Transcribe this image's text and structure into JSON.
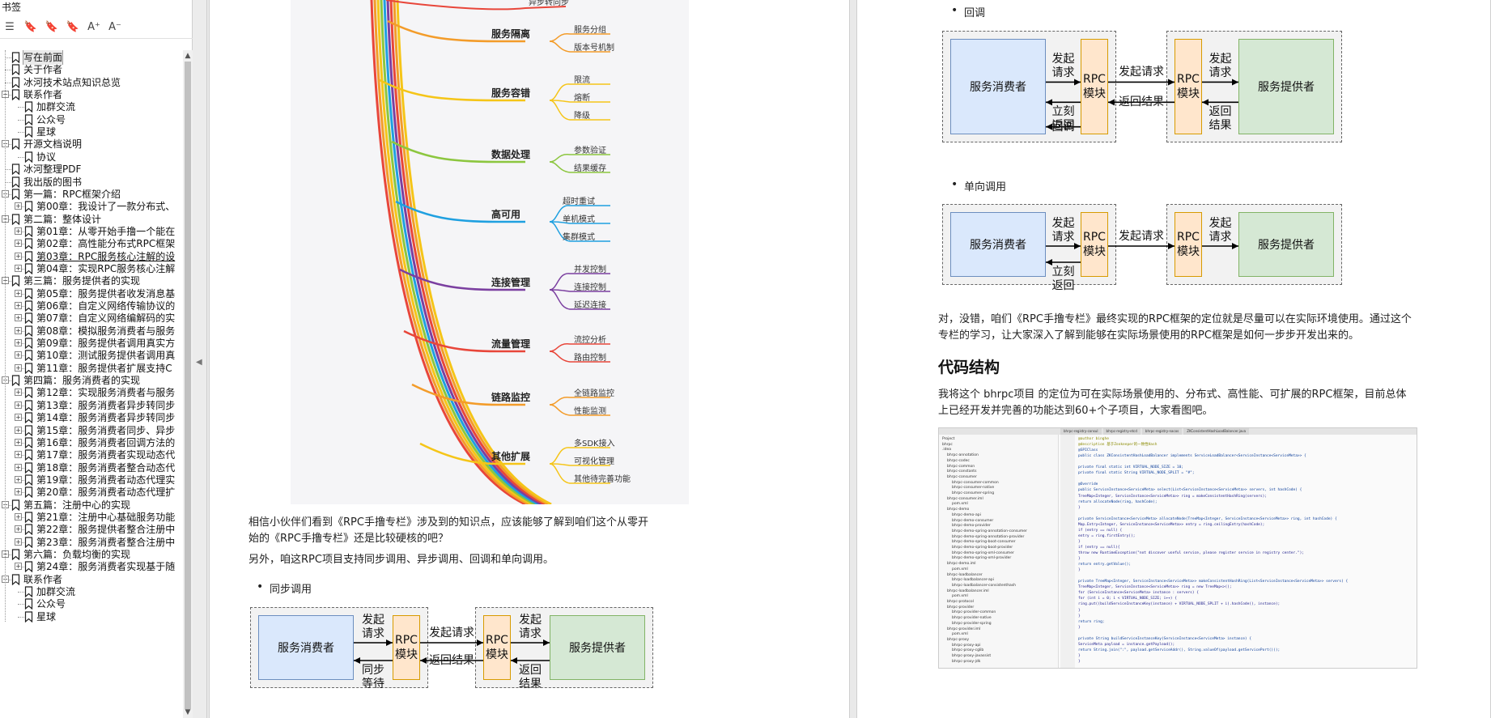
{
  "sidebar": {
    "title": "书签",
    "toolbar": [
      "tree-options-icon",
      "bookmark-add-icon",
      "bookmark-prev-icon",
      "bookmark-next-icon",
      "font-increase-icon",
      "font-decrease-icon"
    ],
    "toolbar_glyphs": [
      "☰",
      "🔖",
      "🔖",
      "🔖",
      "A⁺",
      "A⁻"
    ],
    "items": [
      {
        "label": "写在前面",
        "level": 1,
        "expander": "",
        "selected": true
      },
      {
        "label": "关于作者",
        "level": 1,
        "expander": ""
      },
      {
        "label": "冰河技术站点知识总览",
        "level": 1,
        "expander": ""
      },
      {
        "label": "联系作者",
        "level": 1,
        "expander": "−"
      },
      {
        "label": "加群交流",
        "level": 2,
        "expander": ""
      },
      {
        "label": "公众号",
        "level": 2,
        "expander": ""
      },
      {
        "label": "星球",
        "level": 2,
        "expander": ""
      },
      {
        "label": "开源文档说明",
        "level": 1,
        "expander": "−"
      },
      {
        "label": "协议",
        "level": 2,
        "expander": ""
      },
      {
        "label": "冰河整理PDF",
        "level": 1,
        "expander": ""
      },
      {
        "label": "我出版的图书",
        "level": 1,
        "expander": ""
      },
      {
        "label": "第一篇：RPC框架介绍",
        "level": 1,
        "expander": "−"
      },
      {
        "label": "第00章：我设计了一款分布式、",
        "level": 2,
        "expander": "+"
      },
      {
        "label": "第二篇：整体设计",
        "level": 1,
        "expander": "−"
      },
      {
        "label": "第01章：从零开始手撸一个能在",
        "level": 2,
        "expander": "+"
      },
      {
        "label": "第02章：高性能分布式RPC框架",
        "level": 2,
        "expander": "+"
      },
      {
        "label": "第03章：RPC服务核心注解的设",
        "level": 2,
        "expander": "+",
        "underline": true
      },
      {
        "label": "第04章：实现RPC服务核心注解",
        "level": 2,
        "expander": "+"
      },
      {
        "label": "第三篇：服务提供者的实现",
        "level": 1,
        "expander": "−"
      },
      {
        "label": "第05章：服务提供者收发消息基",
        "level": 2,
        "expander": "+"
      },
      {
        "label": "第06章：自定义网络传输协议的",
        "level": 2,
        "expander": "+"
      },
      {
        "label": "第07章：自定义网络编解码的实",
        "level": 2,
        "expander": "+"
      },
      {
        "label": "第08章：模拟服务消费者与服务",
        "level": 2,
        "expander": "+"
      },
      {
        "label": "第09章：服务提供者调用真实方",
        "level": 2,
        "expander": "+"
      },
      {
        "label": "第10章：测试服务提供者调用真",
        "level": 2,
        "expander": "+"
      },
      {
        "label": "第11章：服务提供者扩展支持C",
        "level": 2,
        "expander": "+"
      },
      {
        "label": "第四篇：服务消费者的实现",
        "level": 1,
        "expander": "−"
      },
      {
        "label": "第12章：实现服务消费者与服务",
        "level": 2,
        "expander": "+"
      },
      {
        "label": "第13章：服务消费者异步转同步",
        "level": 2,
        "expander": "+"
      },
      {
        "label": "第14章：服务消费者异步转同步",
        "level": 2,
        "expander": "+"
      },
      {
        "label": "第15章：服务消费者同步、异步",
        "level": 2,
        "expander": "+"
      },
      {
        "label": "第16章：服务消费者回调方法的",
        "level": 2,
        "expander": "+"
      },
      {
        "label": "第17章：服务消费者实现动态代",
        "level": 2,
        "expander": "+"
      },
      {
        "label": "第18章：服务消费者整合动态代",
        "level": 2,
        "expander": "+"
      },
      {
        "label": "第19章：服务消费者动态代理实",
        "level": 2,
        "expander": "+"
      },
      {
        "label": "第20章：服务消费者动态代理扩",
        "level": 2,
        "expander": "+"
      },
      {
        "label": "第五篇：注册中心的实现",
        "level": 1,
        "expander": "−"
      },
      {
        "label": "第21章：注册中心基础服务功能",
        "level": 2,
        "expander": "+"
      },
      {
        "label": "第22章：服务提供者整合注册中",
        "level": 2,
        "expander": "+"
      },
      {
        "label": "第23章：服务消费者整合注册中",
        "level": 2,
        "expander": "+"
      },
      {
        "label": "第六篇：负载均衡的实现",
        "level": 1,
        "expander": "−"
      },
      {
        "label": "第24章：服务消费者实现基于随",
        "level": 2,
        "expander": "+"
      },
      {
        "label": "联系作者",
        "level": 1,
        "expander": "−"
      },
      {
        "label": "加群交流",
        "level": 2,
        "expander": ""
      },
      {
        "label": "公众号",
        "level": 2,
        "expander": ""
      },
      {
        "label": "星球",
        "level": 2,
        "expander": ""
      }
    ]
  },
  "left_page": {
    "mindmap": {
      "top_leaf": "异步转同步",
      "branches": [
        {
          "label": "服务隔离",
          "color": "#f39c2a",
          "leaves": [
            "服务分组",
            "版本号机制"
          ]
        },
        {
          "label": "服务容错",
          "color": "#f5c518",
          "leaves": [
            "限流",
            "熔断",
            "降级"
          ]
        },
        {
          "label": "数据处理",
          "color": "#8cc63f",
          "leaves": [
            "参数验证",
            "结果缓存"
          ]
        },
        {
          "label": "高可用",
          "color": "#1fa0e0",
          "leaves": [
            "超时重试",
            "单机模式",
            "集群模式"
          ]
        },
        {
          "label": "连接管理",
          "color": "#7b3fa0",
          "leaves": [
            "并发控制",
            "连接控制",
            "延迟连接"
          ]
        },
        {
          "label": "流量管理",
          "color": "#e8463a",
          "leaves": [
            "流控分析",
            "路由控制"
          ]
        },
        {
          "label": "链路监控",
          "color": "#f39c2a",
          "leaves": [
            "全链路监控",
            "性能监测"
          ]
        },
        {
          "label": "其他扩展",
          "color": "#f5c518",
          "leaves": [
            "多SDK接入",
            "可视化管理",
            "其他待完善功能"
          ]
        }
      ]
    },
    "para1": "相信小伙伴们看到《RPC手撸专栏》涉及到的知识点，应该能够了解到咱们这个从零开始的《RPC手撸专栏》还是比较硬核的吧？",
    "para2": "另外，咱这RPC项目支持同步调用、异步调用、回调和单向调用。",
    "bullet_sync": "同步调用",
    "diagram_sync": {
      "consumer": "服务消费者",
      "provider": "服务提供者",
      "rpc_left": "RPC\n模块",
      "rpc_right": "RPC\n模块",
      "l_top": "发起\n请求",
      "l_bottom": "同步\n等待",
      "m_top": "发起请求",
      "m_bottom": "返回结果",
      "r_top": "发起\n请求",
      "r_bottom": "返回\n结果"
    }
  },
  "right_page": {
    "bullet_callback": "回调",
    "diagram_callback": {
      "consumer": "服务消费者",
      "provider": "服务提供者",
      "rpc_left": "RPC\n模块",
      "rpc_right": "RPC\n模块",
      "l_top": "发起\n请求",
      "l_mid": "立刻\n返回",
      "l_bottom": "回调",
      "m_top": "发起请求",
      "m_bottom": "返回结果",
      "r_top": "发起\n请求",
      "r_bottom": "返回\n结果"
    },
    "bullet_oneway": "单向调用",
    "diagram_oneway": {
      "consumer": "服务消费者",
      "provider": "服务提供者",
      "rpc_left": "RPC\n模块",
      "rpc_right": "RPC\n模块",
      "l_top": "发起\n请求",
      "l_bottom": "立刻\n返回",
      "m_top": "发起请求",
      "r_top": "发起\n请求"
    },
    "para1": "对，没错，咱们《RPC手撸专栏》最终实现的RPC框架的定位就是尽量可以在实际环境使用。通过这个专栏的学习，让大家深入了解到能够在实际场景使用的RPC框架是如何一步步开发出来的。",
    "heading": "代码结构",
    "para2": "我将这个 bhrpc项目 的定位为可在实际场景使用的、分布式、高性能、可扩展的RPC框架，目前总体上已经开发并完善的功能达到60+个子项目，大家看图吧。",
    "ide": {
      "tabs": [
        "bhrpc-registry-consul",
        "bhrpc-registry-etcd",
        "bhrpc-registry-nacos",
        "ZKConsistentHashLoadBalancer.java"
      ],
      "project": [
        "Project",
        "bhrpc",
        ".idea",
        "bhrpc-annotation",
        "bhrpc-codec",
        "bhrpc-common",
        "bhrpc-constants",
        "bhrpc-consumer",
        "bhrpc-consumer-common",
        "bhrpc-consumer-native",
        "bhrpc-consumer-spring",
        "bhrpc-consumer.iml",
        "pom.xml",
        "bhrpc-demo",
        "bhrpc-demo-api",
        "bhrpc-demo-consumer",
        "bhrpc-demo-provider",
        "bhrpc-demo-spring-annotation-consumer",
        "bhrpc-demo-spring-annotation-provider",
        "bhrpc-demo-spring-boot-consumer",
        "bhrpc-demo-spring-boot-provider",
        "bhrpc-demo-spring-xml-consumer",
        "bhrpc-demo-spring-xml-provider",
        "bhrpc-demo.iml",
        "pom.xml",
        "bhrpc-loadbalancer",
        "bhrpc-loadbalancer-api",
        "bhrpc-loadbalancer-consistenthash",
        "bhrpc-loadbalancer.iml",
        "pom.xml",
        "bhrpc-protocol",
        "bhrpc-provider",
        "bhrpc-provider-common",
        "bhrpc-provider-native",
        "bhrpc-provider-spring",
        "bhrpc-provider.iml",
        "pom.xml",
        "bhrpc-proxy",
        "bhrpc-proxy-api",
        "bhrpc-proxy-cglib",
        "bhrpc-proxy-javassist",
        "bhrpc-proxy-jdk"
      ],
      "code": [
        "@author binghe",
        "@description 基于Zookeeper的一致性Hash",
        "@SPIClass",
        "public class ZKConsistentHashLoadBalancer implements ServiceLoadBalancer<ServiceInstance<ServiceMeta>> {",
        "",
        "    private final static int VIRTUAL_NODE_SIZE = 10;",
        "    private final static String VIRTUAL_NODE_SPLIT = \"#\";",
        "",
        "    @Override",
        "    public ServiceInstance<ServiceMeta> select(List<ServiceInstance<ServiceMeta>> servers, int hashCode) {",
        "        TreeMap<Integer, ServiceInstance<ServiceMeta>> ring = makeConsistentHashRing(servers);",
        "        return allocateNode(ring, hashCode);",
        "    }",
        "",
        "    private ServiceInstance<ServiceMeta> allocateNode(TreeMap<Integer, ServiceInstance<ServiceMeta>> ring, int hashCode) {",
        "        Map.Entry<Integer, ServiceInstance<ServiceMeta>> entry = ring.ceilingEntry(hashCode);",
        "        if (entry == null) {",
        "            entry = ring.firstEntry();",
        "        }",
        "        if (entry == null){",
        "            throw new RuntimeException(\"not discover useful service, please register service in registry center.\");",
        "        }",
        "        return entry.getValue();",
        "    }",
        "",
        "    private TreeMap<Integer, ServiceInstance<ServiceMeta>> makeConsistentHashRing(List<ServiceInstance<ServiceMeta>> servers) {",
        "        TreeMap<Integer, ServiceInstance<ServiceMeta>> ring = new TreeMap<>();",
        "        for (ServiceInstance<ServiceMeta> instance : servers) {",
        "            for (int i = 0; i < VIRTUAL_NODE_SIZE; i++) {",
        "                ring.put((buildServiceInstanceKey(instance) + VIRTUAL_NODE_SPLIT + i).hashCode(), instance);",
        "            }",
        "        }",
        "        return ring;",
        "    }",
        "",
        "    private String buildServiceInstanceKey(ServiceInstance<ServiceMeta> instance) {",
        "        ServiceMeta payload = instance.getPayload();",
        "        return String.join(\":\", payload.getServiceAddr(), String.valueOf(payload.getServicePort()));",
        "    }",
        "}"
      ]
    }
  }
}
